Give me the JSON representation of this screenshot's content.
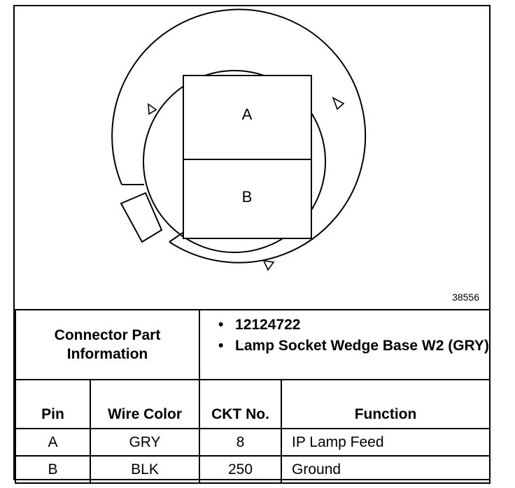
{
  "figure_id": "38556",
  "connector": {
    "cavity_a": "A",
    "cavity_b": "B"
  },
  "part_info": {
    "label": "Connector Part Information",
    "items": [
      "12124722",
      "Lamp Socket Wedge Base W2 (GRY)"
    ],
    "bullet": "•"
  },
  "table": {
    "headers": {
      "pin": "Pin",
      "wire_color": "Wire Color",
      "ckt": "CKT No.",
      "function": "Function"
    },
    "rows": [
      {
        "pin": "A",
        "wire_color": "GRY",
        "ckt": "8",
        "function": "IP Lamp Feed"
      },
      {
        "pin": "B",
        "wire_color": "BLK",
        "ckt": "250",
        "function": "Ground"
      }
    ]
  }
}
